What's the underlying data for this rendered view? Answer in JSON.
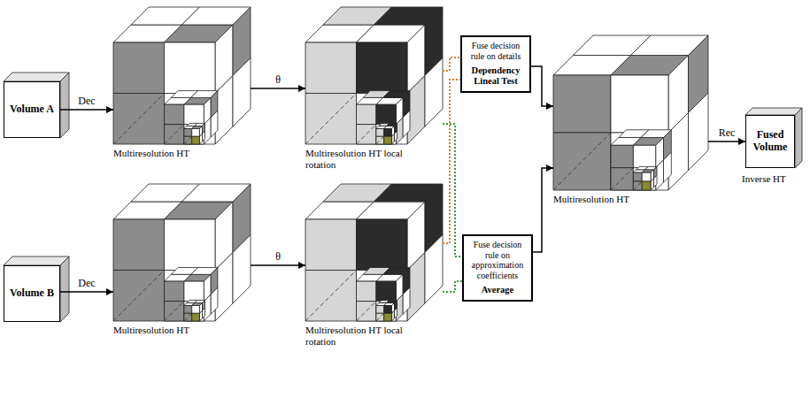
{
  "diagram": {
    "nodes": [
      {
        "text": [
          "Volume A"
        ]
      },
      {
        "text": [
          "Multiresolution HT"
        ]
      },
      {
        "text": [
          "Multiresolution HT local rotation"
        ]
      },
      {
        "text": [
          "Fuse decision rule on details",
          "Dependency Lineal Test"
        ]
      },
      {
        "text": [
          "Multiresolution HT"
        ]
      },
      {
        "text": [
          "Fused Volume"
        ]
      },
      {
        "text": [
          "Volume B"
        ]
      },
      {
        "text": [
          "Multiresolution HT"
        ]
      },
      {
        "text": [
          "Multiresolution HT local rotation"
        ]
      },
      {
        "text": [
          "Fuse decision rule on approximation coefficients",
          "Average"
        ]
      }
    ],
    "edges": [
      {
        "from": 0,
        "to": 1,
        "label": "Dec",
        "arrow": "to"
      },
      {
        "from": 1,
        "to": 2,
        "label": "θ",
        "arrow": "to"
      },
      {
        "from": 6,
        "to": 7,
        "label": "Dec",
        "arrow": "to"
      },
      {
        "from": 7,
        "to": 8,
        "label": "θ",
        "arrow": "to"
      },
      {
        "from": 2,
        "to": 3,
        "arrow": "none"
      },
      {
        "from": 8,
        "to": 3,
        "arrow": "none"
      },
      {
        "from": 2,
        "to": 9,
        "arrow": "none"
      },
      {
        "from": 8,
        "to": 9,
        "arrow": "none"
      },
      {
        "from": 3,
        "to": 4,
        "arrow": "to"
      },
      {
        "from": 9,
        "to": 4,
        "arrow": "to"
      },
      {
        "from": 4,
        "to": 5,
        "label": "Rec",
        "arrow": "to"
      }
    ],
    "labels": [
      "Inverse HT"
    ]
  }
}
